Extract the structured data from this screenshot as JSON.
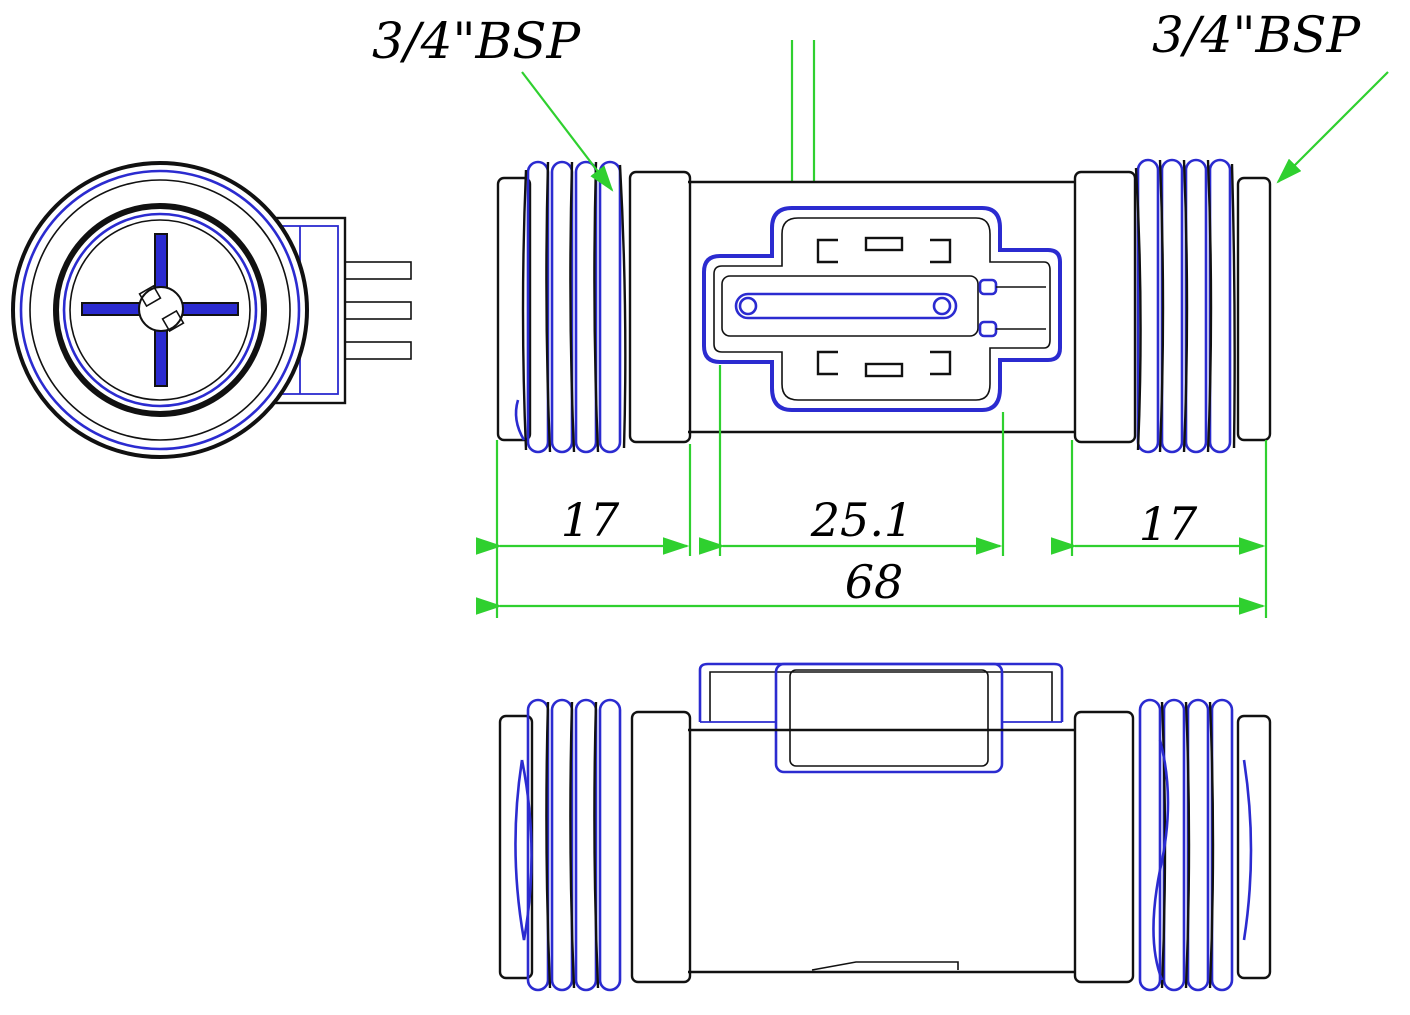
{
  "thread_labels": {
    "left": "3/4\"BSP",
    "right": "3/4\"BSP"
  },
  "dimensions": {
    "left_thread": "17",
    "sensor_body": "25.1",
    "right_thread": "17",
    "overall": "68"
  },
  "colors": {
    "outline": "#111111",
    "detail": "#2b2bd0",
    "dimension": "#2fd02f"
  }
}
